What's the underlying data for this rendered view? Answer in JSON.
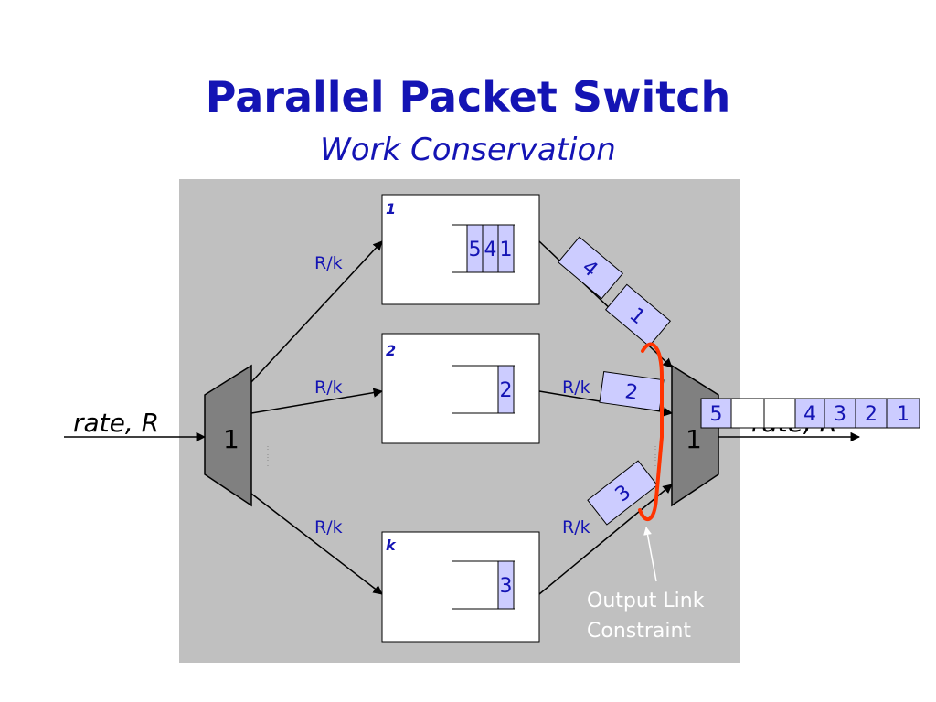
{
  "title": "Parallel Packet Switch",
  "subtitle": "Work Conservation",
  "input": {
    "rate_label": "rate, R",
    "port": "1"
  },
  "output": {
    "rate_label": "rate, R",
    "port": "1"
  },
  "link_rates": {
    "in_top": "R/k",
    "in_mid": "R/k",
    "in_bot": "R/k",
    "out_mid": "R/k",
    "out_bot": "R/k"
  },
  "planes": [
    {
      "label": "1",
      "queue": [
        "5",
        "4",
        "1"
      ]
    },
    {
      "label": "2",
      "queue": [
        "2"
      ]
    },
    {
      "label": "k",
      "queue": [
        "3"
      ]
    }
  ],
  "in_flight": {
    "top_a": "4",
    "top_b": "1",
    "mid": "2",
    "bot": "3"
  },
  "output_queue": [
    "5",
    "",
    "",
    "4",
    "3",
    "2",
    "1"
  ],
  "annotation": {
    "line1": "Output Link",
    "line2": "Constraint"
  },
  "colors": {
    "title": "#1414b4",
    "panel": "#c0c0c0",
    "cell": "#ccccff",
    "constraint": "#ff3300"
  }
}
